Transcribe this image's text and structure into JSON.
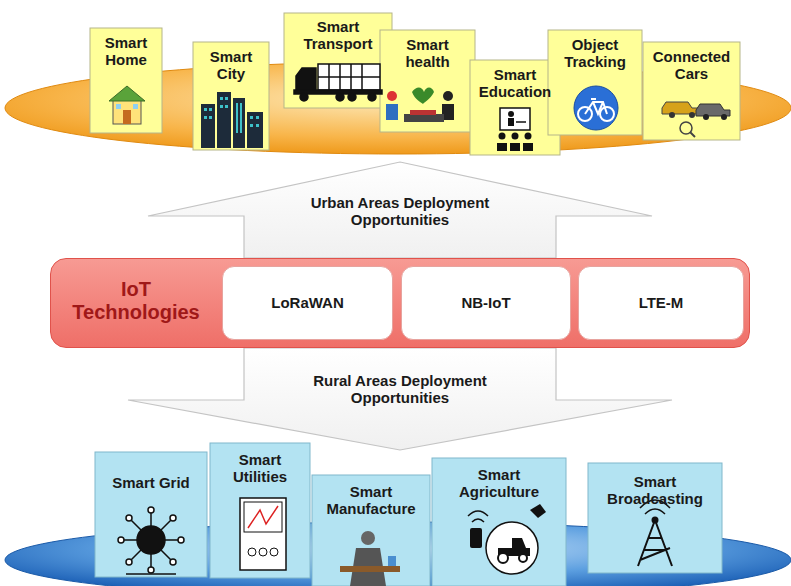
{
  "diagram": {
    "nodes": [
      {
        "text": [
          "Smart Home"
        ]
      },
      {
        "text": [
          "Smart City"
        ]
      },
      {
        "text": [
          "Smart Transport"
        ]
      },
      {
        "text": [
          "Smart health"
        ]
      },
      {
        "text": [
          "Smart Education"
        ]
      },
      {
        "text": [
          "Object Tracking"
        ]
      },
      {
        "text": [
          "Connected Cars"
        ]
      },
      {
        "text": [
          "Urban Areas Deployment Opportunities"
        ]
      },
      {
        "text": [
          "IoT Technologies"
        ]
      },
      {
        "text": [
          "LoRaWAN"
        ],
        "in": 8
      },
      {
        "text": [
          "NB-IoT"
        ],
        "in": 8
      },
      {
        "text": [
          "LTE-M"
        ],
        "in": 8
      },
      {
        "text": [
          "Rural Areas Deployment Opportunities"
        ]
      },
      {
        "text": [
          "Smart Grid"
        ]
      },
      {
        "text": [
          "Smart Utilities"
        ]
      },
      {
        "text": [
          "Smart Manufacture"
        ]
      },
      {
        "text": [
          "Smart Agriculture"
        ]
      },
      {
        "text": [
          "Smart Broadcasting"
        ]
      }
    ]
  }
}
